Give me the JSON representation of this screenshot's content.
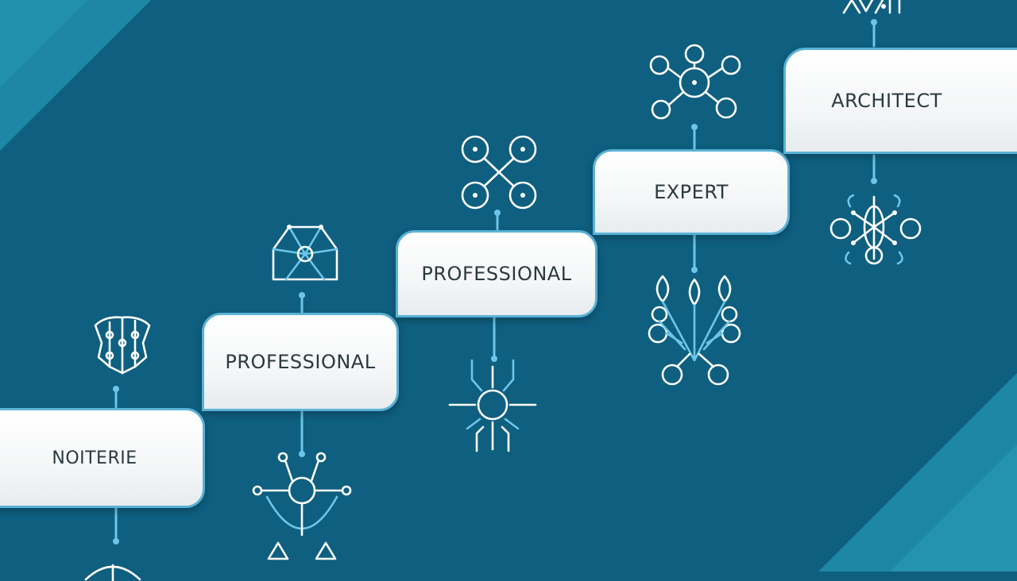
{
  "stairs": {
    "steps": [
      {
        "label": "NOITERIE"
      },
      {
        "label": "PROFESSIONAL"
      },
      {
        "label": "PROFESSIONAL"
      },
      {
        "label": "EXPERT"
      },
      {
        "label": "ARCHITECT"
      }
    ]
  },
  "colors": {
    "background": "#0f5f80",
    "background_light": "#1b88a6",
    "step_border": "#5ab2d6",
    "step_fill": "#ffffff",
    "icon_stroke": "#ffffff",
    "connector": "#6cc6ea"
  },
  "icons": [
    "circuit-brain-icon",
    "network-node-icon",
    "geometric-network-icon",
    "sun-circuit-icon",
    "x-node-network-icon",
    "hub-network-icon",
    "tree-network-icon",
    "circuit-icon",
    "flower-network-icon"
  ]
}
